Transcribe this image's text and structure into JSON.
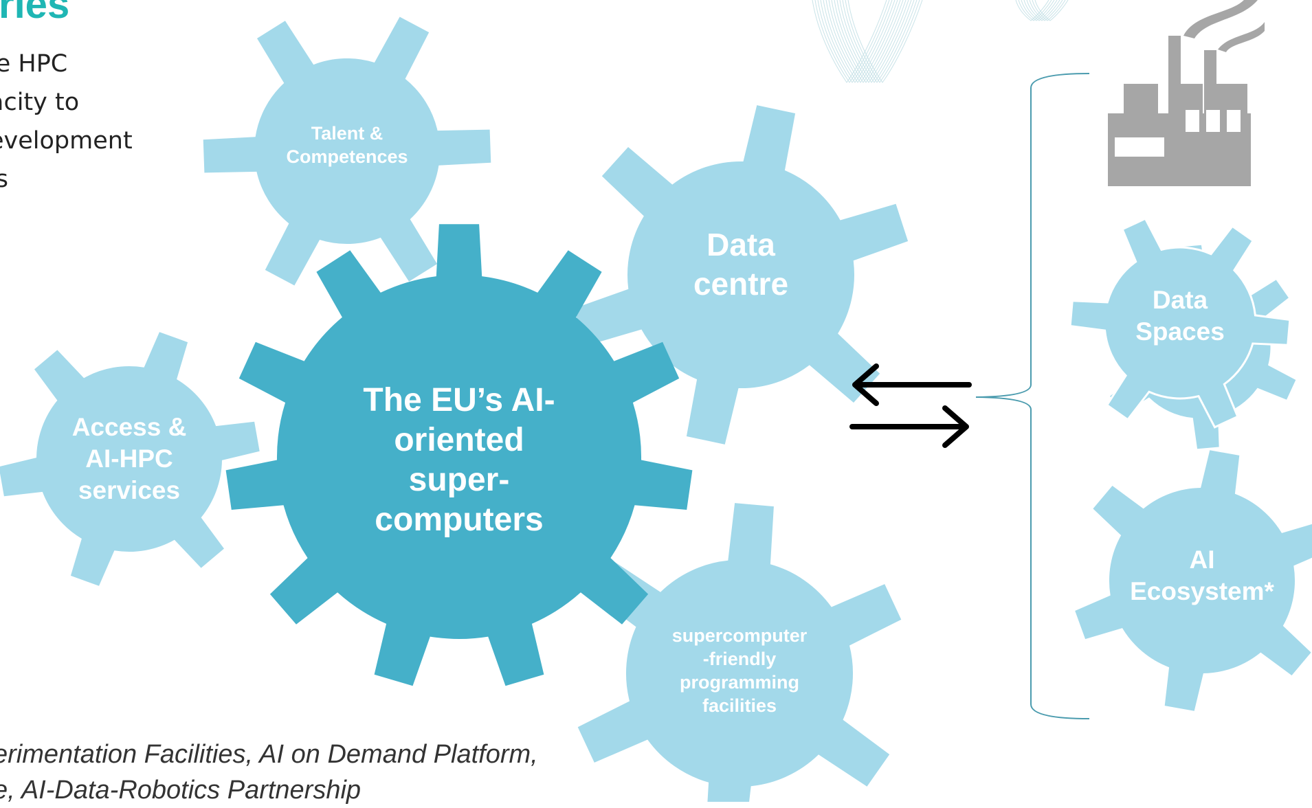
{
  "heading": "ries",
  "intro_lines": [
    "le HPC",
    "acity to",
    "evelopment",
    "ls"
  ],
  "gears": {
    "talent": [
      "Talent &",
      "Competences"
    ],
    "data_centre": [
      "Data",
      "centre"
    ],
    "main": [
      "The EU’s AI-",
      "oriented",
      "super-",
      "computers"
    ],
    "access": [
      "Access &",
      "AI-HPC",
      "services"
    ],
    "programming": [
      "supercomputer",
      "-friendly",
      "programming",
      "facilities"
    ],
    "data_spaces": [
      "Data",
      "Spaces"
    ],
    "ai_ecosystem": [
      "AI",
      "Ecosystem*"
    ]
  },
  "footnote_lines": [
    "erimentation Facilities, AI on Demand Platform,",
    "e, AI-Data-Robotics Partnership"
  ],
  "colors": {
    "light_gear": "#A3D9EA",
    "main_gear": "#45B0C9",
    "heading": "#1FB6B4",
    "factory": "#A6A6A6",
    "bracket": "#4A9BAE",
    "arrow": "#000000"
  }
}
